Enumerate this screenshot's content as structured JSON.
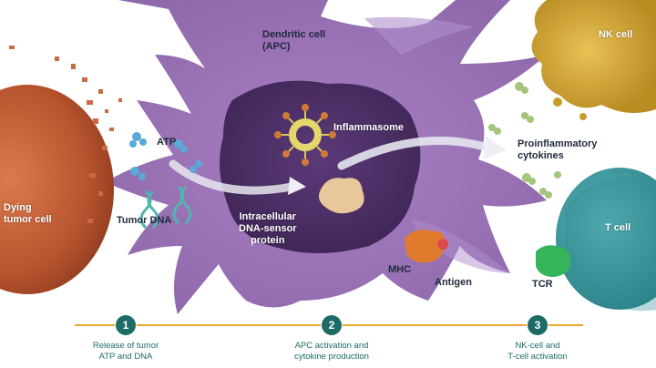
{
  "labels": {
    "dendritic_cell": "Dendritic cell\n(APC)",
    "nk_cell": "NK cell",
    "inflammasome": "Inflammasome",
    "atp": "ATP",
    "proinflammatory_cytokines": "Proinflammatory\ncytokines",
    "dying_tumor_cell": "Dying\ntumor cell",
    "tumor_dna": "Tumor DNA",
    "dna_sensor_protein": "Intracellular\nDNA-sensor\nprotein",
    "t_cell": "T cell",
    "mhc": "MHC",
    "antigen": "Antigen",
    "tcr": "TCR"
  },
  "steps": [
    {
      "number": "1",
      "text": "Release of tumor\nATP and DNA"
    },
    {
      "number": "2",
      "text": "APC activation and\ncytokine production"
    },
    {
      "number": "3",
      "text": "NK-cell and\nT-cell activation"
    }
  ],
  "colors": {
    "dendritic_cell": "#9a6fb6",
    "nucleus": "#4b2e66",
    "tumor_cell": "#c8603a",
    "nk_cell": "#d7a936",
    "t_cell": "#3b9aa0",
    "cytokine": "#a5c57b",
    "atp": "#5aa9d6",
    "dna": "#52b6b0",
    "timeline": "#f0a630",
    "step_circle": "#1c6b67"
  }
}
